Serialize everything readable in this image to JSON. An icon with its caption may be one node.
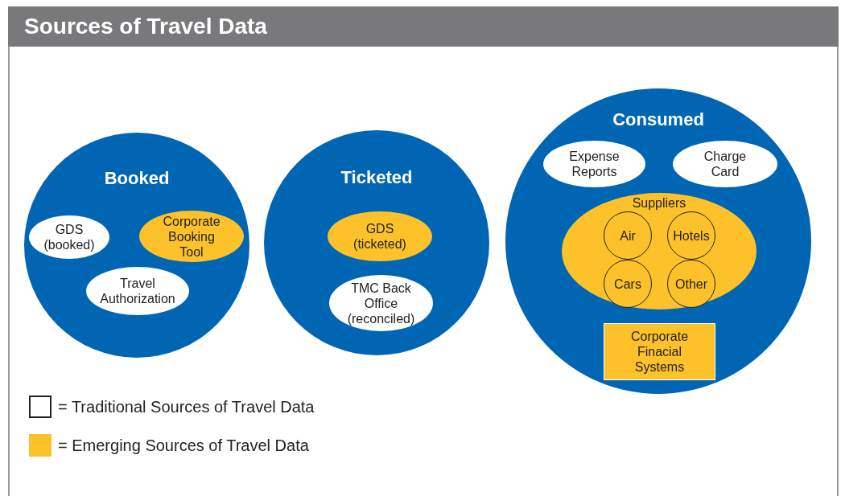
{
  "diagram": {
    "title": "Sources of Travel Data",
    "nodes": [
      {
        "text": [
          "Booked"
        ]
      },
      {
        "text": [
          "GDS (booked)"
        ],
        "in": 0
      },
      {
        "text": [
          "Corporate Booking Tool"
        ],
        "in": 0
      },
      {
        "text": [
          "Travel Authorization"
        ],
        "in": 0
      },
      {
        "text": [
          "Ticketed"
        ]
      },
      {
        "text": [
          "GDS (ticketed)"
        ],
        "in": 4
      },
      {
        "text": [
          "TMC Back Office (reconciled)"
        ],
        "in": 4
      },
      {
        "text": [
          "Consumed"
        ]
      },
      {
        "text": [
          "Expense Reports"
        ],
        "in": 7
      },
      {
        "text": [
          "Charge Card"
        ],
        "in": 7
      },
      {
        "text": [
          "Suppliers"
        ],
        "in": 7
      },
      {
        "text": [
          "Air"
        ],
        "in": 10
      },
      {
        "text": [
          "Hotels"
        ],
        "in": 10
      },
      {
        "text": [
          "Cars"
        ],
        "in": 10
      },
      {
        "text": [
          "Other"
        ],
        "in": 10
      },
      {
        "text": [
          "Corporate Finacial Systems"
        ],
        "in": 7
      }
    ],
    "legend": [
      {
        "text": "= Traditional Sources of Travel Data",
        "color": "#ffffff"
      },
      {
        "text": "= Emerging Sources of Travel Data",
        "color": "#fdc12a"
      }
    ]
  }
}
